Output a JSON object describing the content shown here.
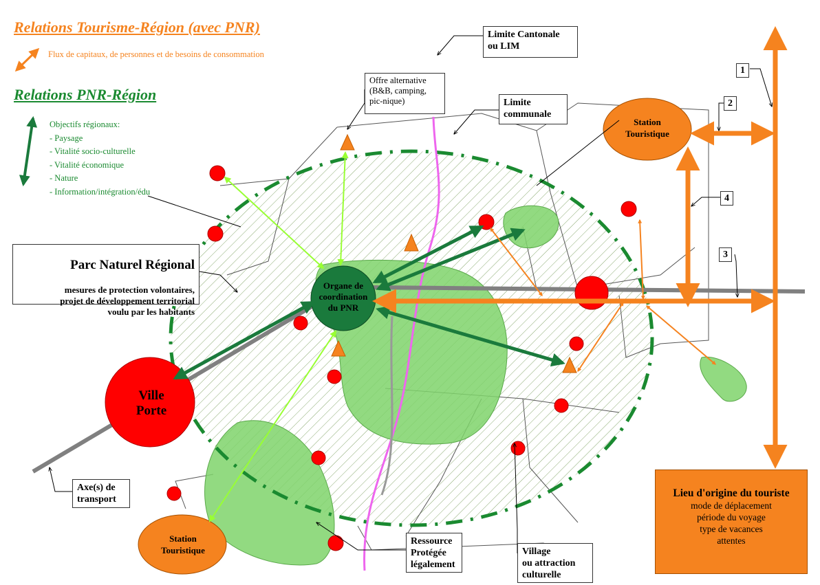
{
  "legend": {
    "tourism_title": "Relations Tourisme-Région (avec PNR)",
    "tourism_flux": "Flux de capitaux, de personnes et de besoins de consommation",
    "pnr_title": "Relations PNR-Région",
    "objectives": "Objectifs régionaux:\n- Paysage\n- Vitalité socio-culturelle\n- Vitalité économique\n- Nature\n- Information/intégration/édu"
  },
  "labels": {
    "limite_cantonale": "Limite Cantonale\nou LIM",
    "offre_alternative": "Offre alternative\n(B&B, camping,\npic-nique)",
    "limite_communale": "Limite\ncommunale",
    "pnr_title": "Parc Naturel Régional",
    "pnr_desc": "mesures de protection volontaires,\nprojet de développement territorial\nvoulu par les habitants",
    "axe_transport": "Axe(s) de\ntransport",
    "ressource": "Ressource\nProtégée\nlégalement",
    "village": "Village\nou attraction\nculturelle",
    "organe": "Organe de\ncoordination\ndu PNR",
    "ville_porte": "Ville\nPorte",
    "station_top": "Station\nTouristique",
    "station_bottom": "Station\nTouristique",
    "lieu_title": "Lieu d'origine du touriste",
    "lieu_desc": "mode de déplacement\npériode du voyage\ntype de vacances\nattentes"
  },
  "numbers": [
    "1",
    "2",
    "3",
    "4"
  ],
  "colors": {
    "orange": "#f5831f",
    "dark_green": "#1a7a3c",
    "light_green": "#7fd36b",
    "lime": "#99ff33",
    "red": "#ff0000",
    "magenta": "#ee66ee",
    "grey_axis": "#808080"
  }
}
